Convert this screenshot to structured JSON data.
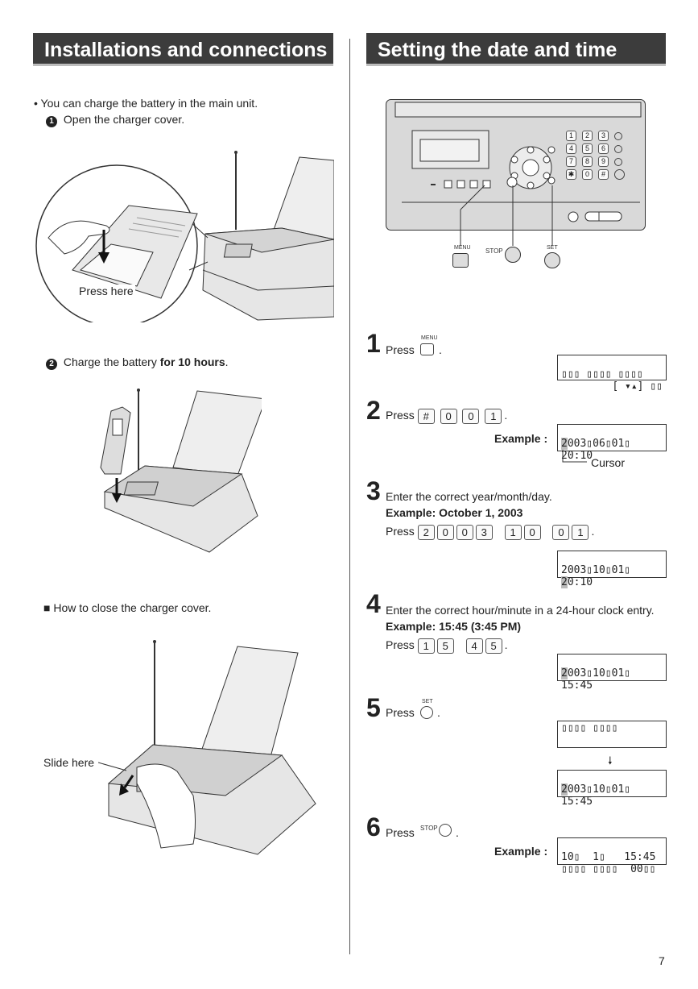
{
  "left": {
    "heading": "Installations and connections",
    "bullet": "• You can charge the battery in the main unit.",
    "step1": "Open the charger cover.",
    "press_here": "Press here",
    "step2_text": "Charge the battery ",
    "step2_bold": "for 10 hours",
    "step2_end": ".",
    "close_title": "■   How to close the charger cover.",
    "slide_here": "Slide here"
  },
  "right": {
    "heading": "Setting the date and time",
    "panel_labels": {
      "menu": "MENU",
      "stop": "STOP",
      "set": "SET"
    },
    "keypad": [
      "1",
      "2",
      "3",
      "4",
      "5",
      "6",
      "7",
      "8",
      "9",
      "✱",
      "0",
      "#"
    ],
    "steps": [
      {
        "n": "1",
        "text": "Press"
      },
      {
        "n": "2",
        "text": "Press",
        "keys": [
          "#",
          "0",
          "0",
          "1"
        ],
        "example": "Example :",
        "cursor": "Cursor"
      },
      {
        "n": "3",
        "text": "Enter the correct year/month/day.",
        "bold": "Example: October 1, 2003",
        "press": "Press",
        "keys": [
          "2",
          "0",
          "0",
          "3",
          "1",
          "0",
          "0",
          "1"
        ]
      },
      {
        "n": "4",
        "text": "Enter the correct hour/minute in a 24-hour clock entry.",
        "bold": "Example: 15:45 (3:45 PM)",
        "press": "Press",
        "keys": [
          "1",
          "5",
          "4",
          "5"
        ]
      },
      {
        "n": "5",
        "text": "Press"
      },
      {
        "n": "6",
        "text": "Press",
        "example": "Example :"
      }
    ],
    "lcd1": [
      "▯▯▯ ▯▯▯▯ ▯▯▯▯",
      "[ ▾▴] ▯▯"
    ],
    "lcd2": [
      "2003▯06▯01▯",
      "20:10"
    ],
    "lcd3": [
      "2003▯10▯01▯",
      "20:10"
    ],
    "lcd4": [
      "2003▯10▯01▯",
      "15:45"
    ],
    "lcd5a": [
      "▯▯▯▯ ▯▯▯▯"
    ],
    "lcd5b": [
      "2003▯10▯01▯",
      "15:45"
    ],
    "lcd6": [
      "10▯  1▯   15:45",
      "▯▯▯▯ ▯▯▯▯  00▯▯"
    ]
  },
  "page_number": "7"
}
